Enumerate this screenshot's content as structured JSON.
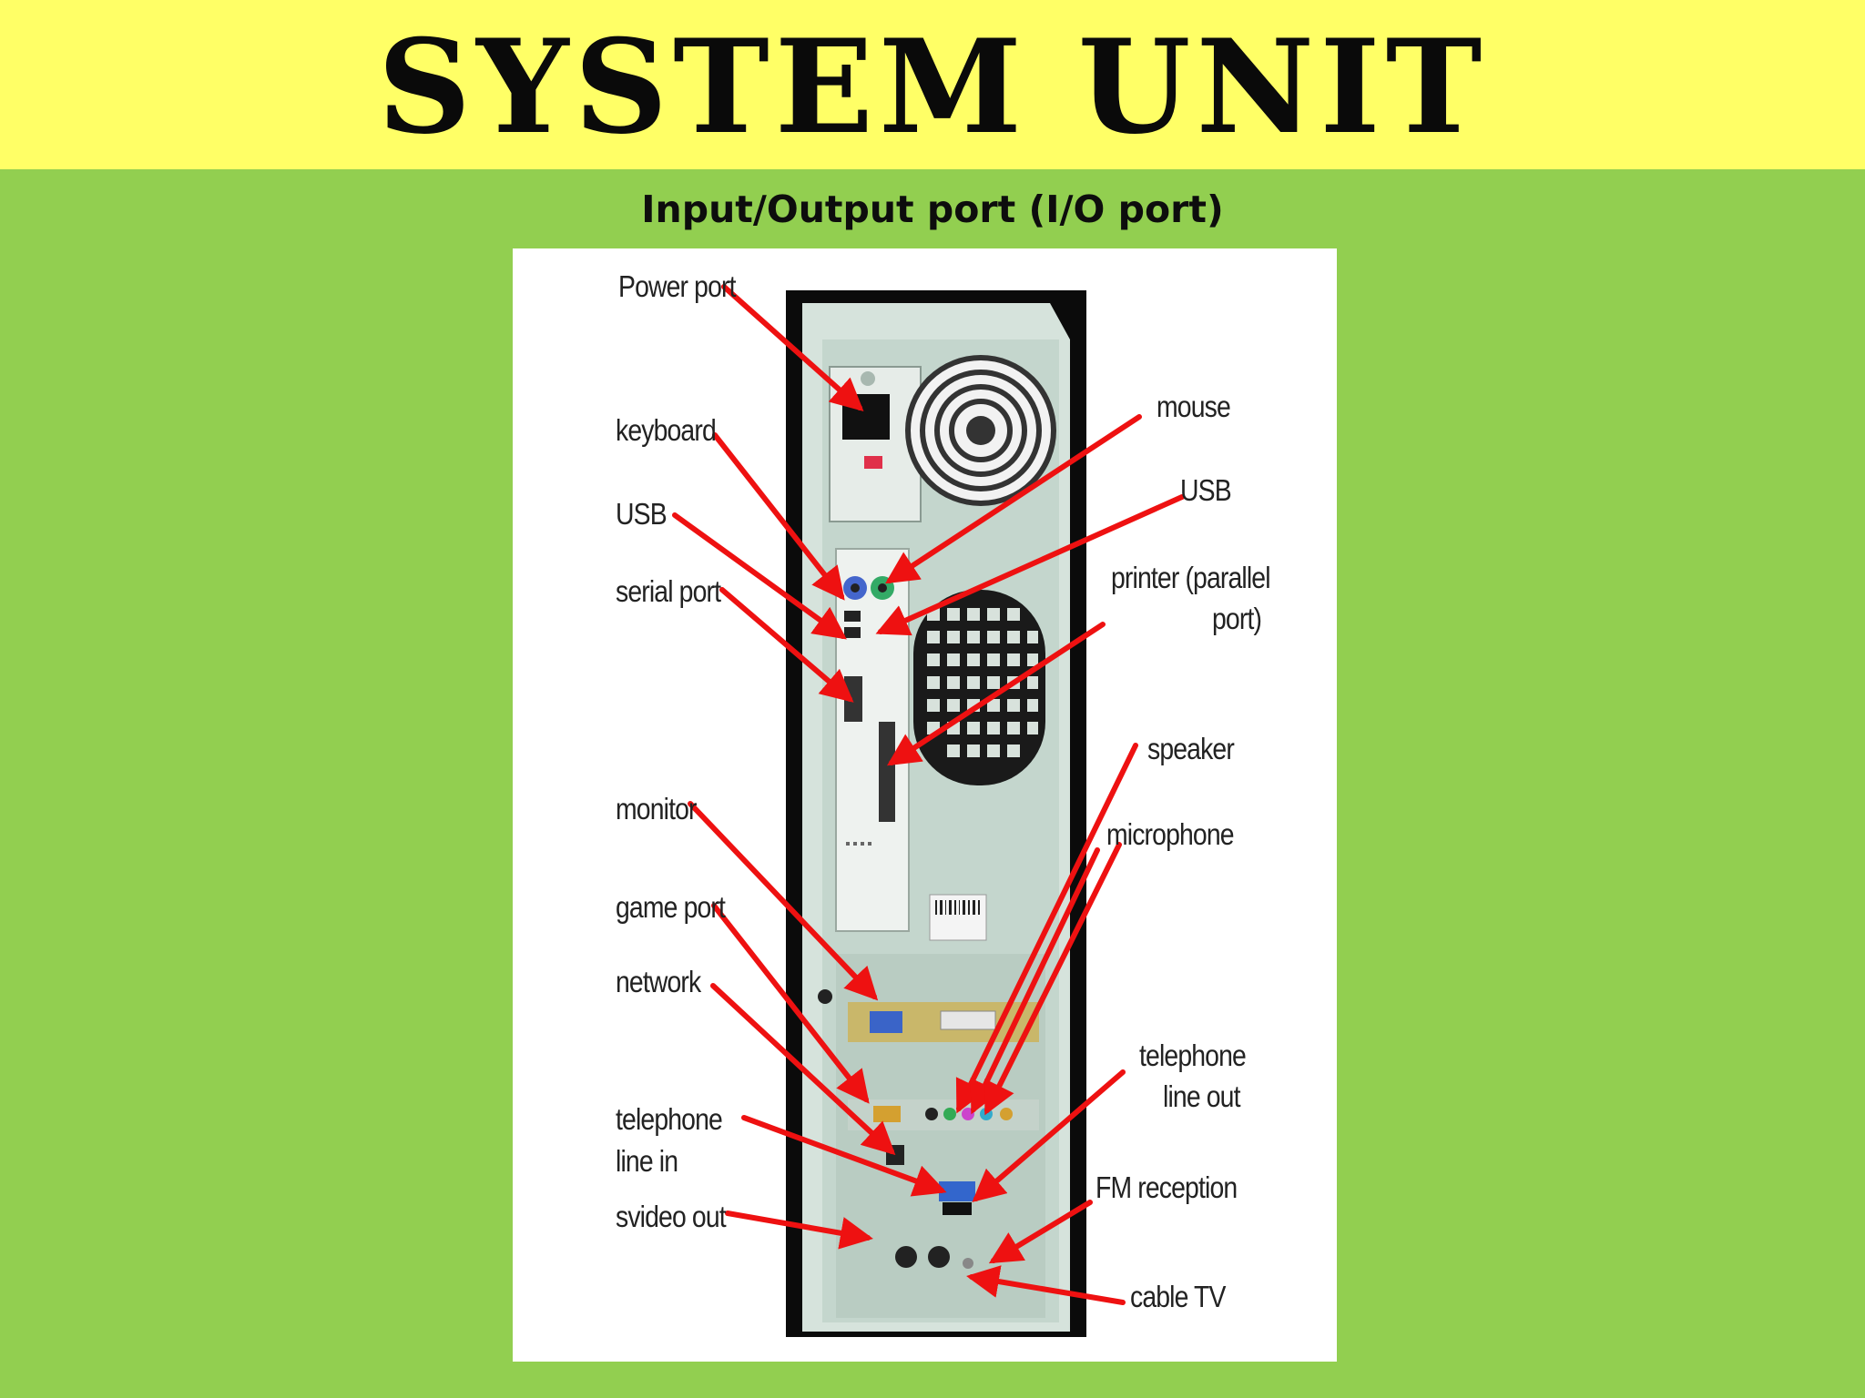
{
  "slide": {
    "title": "SYSTEM UNIT",
    "subtitle": "Input/Output port (I/O port)"
  },
  "diagram": {
    "labels": {
      "power_port": "Power port",
      "keyboard": "keyboard",
      "usb_left": "USB",
      "serial_port": "serial port",
      "monitor": "monitor",
      "game_port": "game port",
      "network": "network",
      "telephone_line_in_1": "telephone",
      "telephone_line_in_2": "line in",
      "svideo_out": "svideo out",
      "mouse": "mouse",
      "usb_right": "USB",
      "printer_1": "printer (parallel",
      "printer_2": "port)",
      "speaker": "speaker",
      "microphone": "microphone",
      "telephone_line_out_1": "telephone",
      "telephone_line_out_2": "line out",
      "fm_reception": "FM reception",
      "cable_tv": "cable TV"
    },
    "arrow_color": "#ee1111"
  },
  "colors": {
    "title_band": "#ffff66",
    "background": "#92cf50"
  }
}
